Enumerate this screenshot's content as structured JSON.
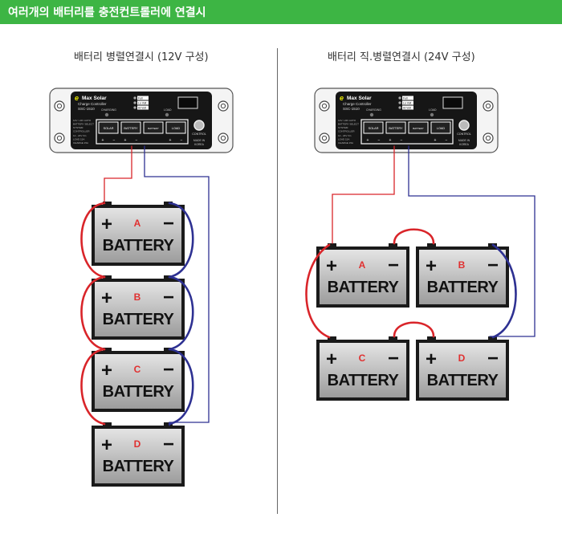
{
  "header": {
    "title": "여러개의 배터리를 충전컨트롤러에 연결시"
  },
  "sections": [
    {
      "title": "배터리 병렬연결시 (12V 구성)"
    },
    {
      "title": "배터리 직.병렬연결시 (24V 구성)"
    }
  ],
  "controller": {
    "brand": "Max Solar",
    "subtitle": "Charge Controller",
    "model": "SSC-1510",
    "charging": "CHARGING",
    "load": "LOAD",
    "led_labels": [
      "Full",
      "Lo Volt",
      "Hi Volt"
    ],
    "terminals": [
      "SOLAR",
      "BATTERY",
      "BATTERY SELECT",
      "LOAD"
    ],
    "plus": "+",
    "minus": "−",
    "control": "CONTROL",
    "made_in": [
      "MADE IN",
      "KOREA"
    ],
    "spec_lines": [
      "12V / 24V AUTO",
      "BATTERY SELECT",
      "SYSTEM",
      "CONTROLLER"
    ],
    "rating_lines": [
      "12 - 24V  Vin",
      "LOAD 15A",
      "CHARGE 15A"
    ]
  },
  "battery": {
    "label": "BATTERY",
    "plus": "+",
    "minus": "−"
  },
  "letters": {
    "A": "A",
    "B": "B",
    "C": "C",
    "D": "D"
  },
  "colors": {
    "header": "#3db544",
    "positive": "#d9252a",
    "negative": "#2e3192",
    "letter": "#e03030"
  }
}
